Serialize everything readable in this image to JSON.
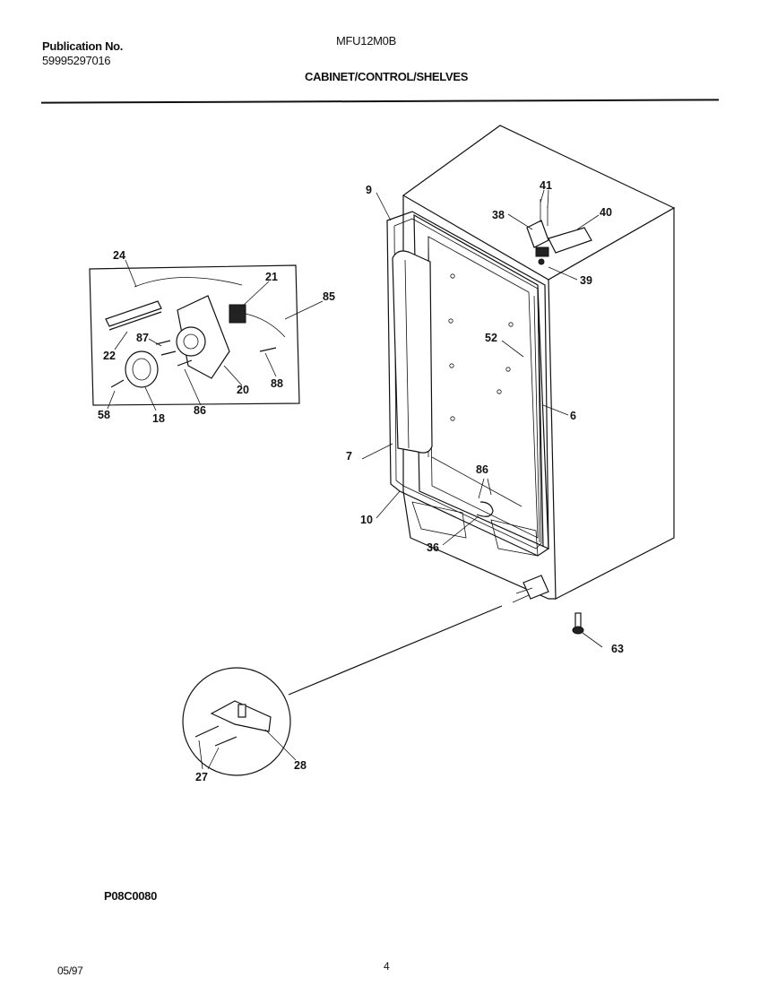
{
  "header": {
    "publication_label": "Publication No.",
    "publication_number": "59995297016",
    "model": "MFU12M0B",
    "section_title": "CABINET/CONTROL/SHELVES"
  },
  "footer": {
    "figure_code": "P08C0080",
    "date": "05/97",
    "page": "4"
  },
  "callouts": {
    "c9": "9",
    "c41": "41",
    "c38": "38",
    "c40": "40",
    "c39": "39",
    "c52": "52",
    "c6": "6",
    "c7": "7",
    "c86a": "86",
    "c10": "10",
    "c36": "36",
    "c63": "63",
    "c24": "24",
    "c21": "21",
    "c85": "85",
    "c87": "87",
    "c22": "22",
    "c20": "20",
    "c88": "88",
    "c58": "58",
    "c18": "18",
    "c86b": "86",
    "c27": "27",
    "c28": "28"
  }
}
